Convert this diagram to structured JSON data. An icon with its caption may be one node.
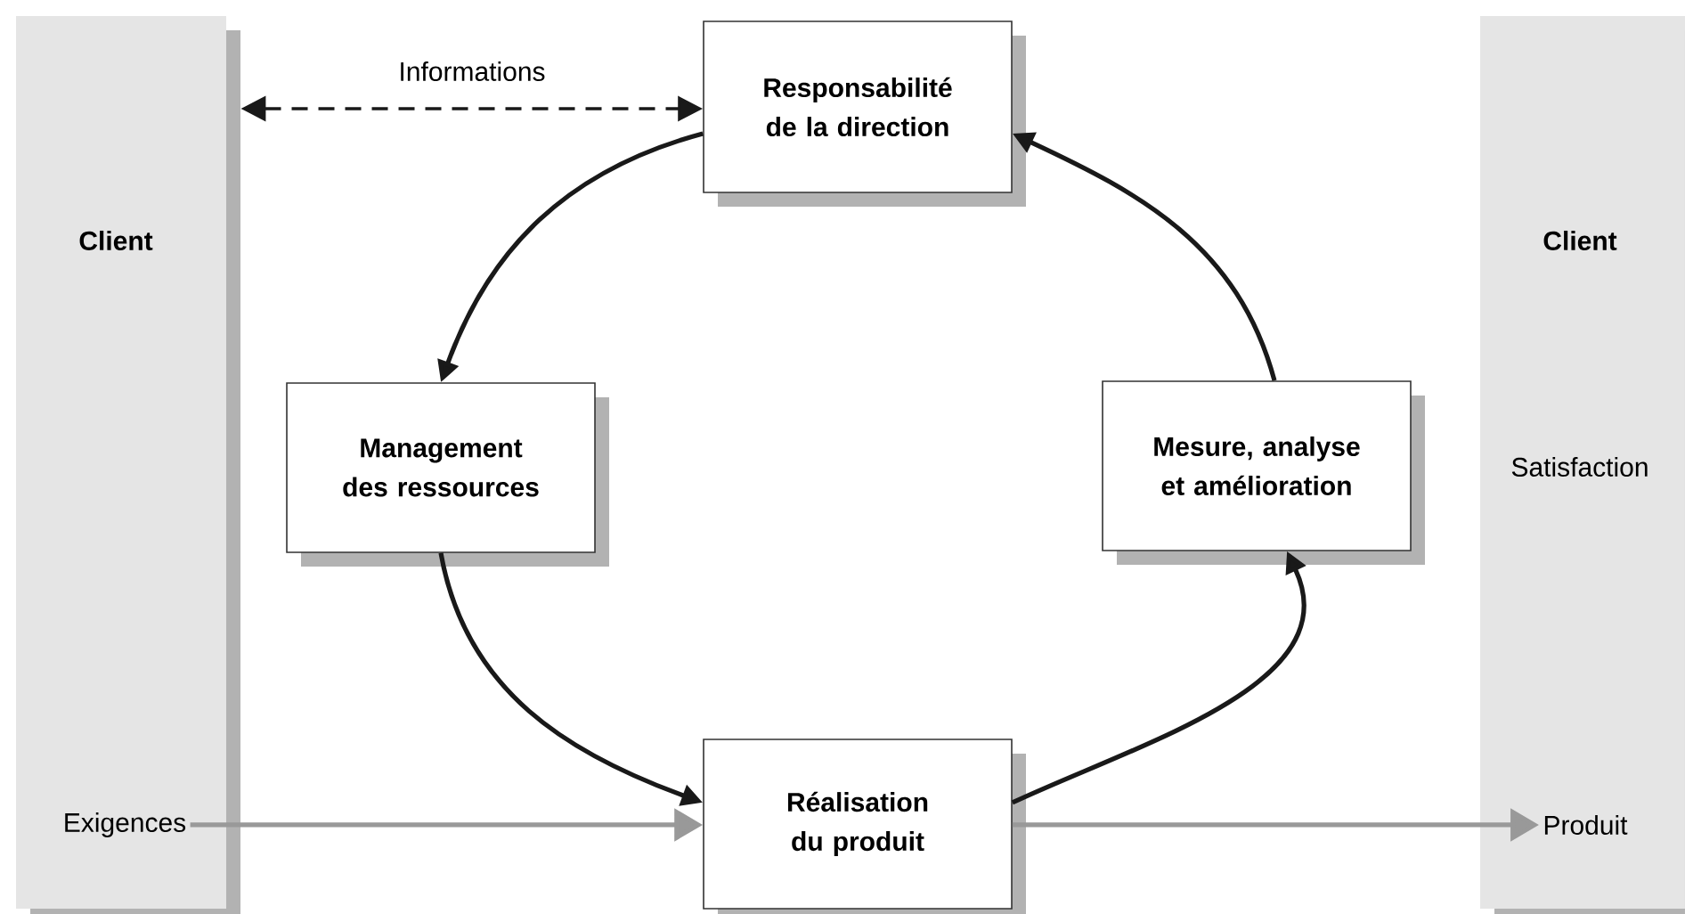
{
  "diagram": {
    "nodes": [
      {
        "text": [
          "Client"
        ]
      },
      {
        "text": [
          "Exigences"
        ],
        "in": 0
      },
      {
        "text": [
          "Responsabilité de la direction"
        ]
      },
      {
        "text": [
          "Management des ressources"
        ]
      },
      {
        "text": [
          "Mesure, analyse et amélioration"
        ]
      },
      {
        "text": [
          "Réalisation du produit"
        ]
      },
      {
        "text": [
          "Client",
          "Satisfaction"
        ]
      },
      {
        "text": [
          "Produit"
        ],
        "in": 6
      }
    ],
    "edges": [
      {
        "from": 0,
        "to": 2,
        "arrow": "both",
        "style": "dashed",
        "label": "Informations"
      },
      {
        "from": 2,
        "to": 3,
        "arrow": "to"
      },
      {
        "from": 3,
        "to": 5,
        "arrow": "to"
      },
      {
        "from": 5,
        "to": 4,
        "arrow": "to"
      },
      {
        "from": 4,
        "to": 2,
        "arrow": "to"
      },
      {
        "from": 1,
        "to": 5,
        "arrow": "to",
        "color": "#999999"
      },
      {
        "from": 5,
        "to": 7,
        "arrow": "to",
        "color": "#999999"
      }
    ]
  }
}
